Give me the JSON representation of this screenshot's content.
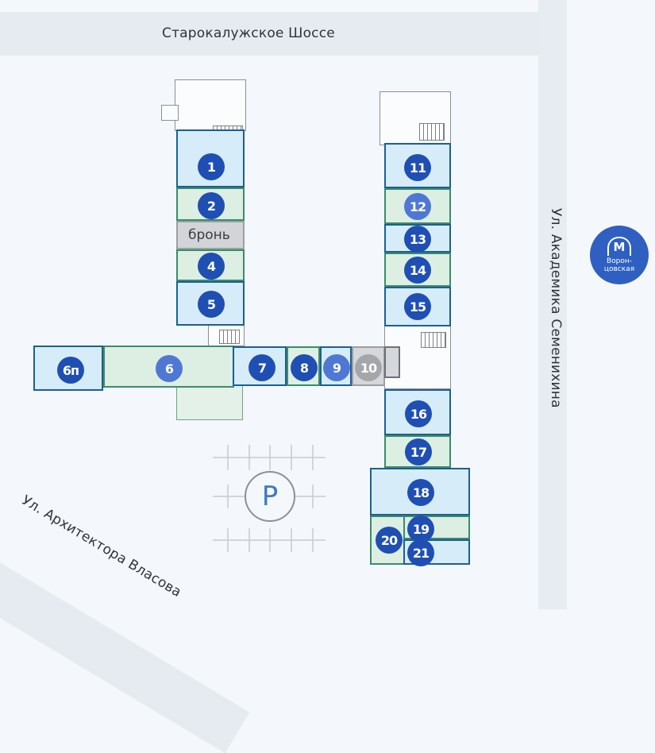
{
  "streets": {
    "top": "Старокалужское Шоссе",
    "right": "Ул. Академика Семенихина",
    "diagonal": "Ул. Архитектора Власова"
  },
  "metro": {
    "icon": "metro-m-icon",
    "letter": "М",
    "station_line1": "Ворон-",
    "station_line2": "цовская",
    "color": "#2f5fc0"
  },
  "parking": {
    "icon": "parking-icon",
    "letter": "P"
  },
  "reserved_label": "бронь",
  "colors": {
    "available_blue": "#d6ecf8",
    "available_green": "#dcefe2",
    "unavailable_grey": "#d5d7da",
    "badge": "#1f4fb3"
  },
  "units": [
    {
      "id": "1",
      "label": "1",
      "status": "available",
      "color": "blue"
    },
    {
      "id": "2",
      "label": "2",
      "status": "available",
      "color": "green"
    },
    {
      "id": "3",
      "label": "бронь",
      "status": "reserved",
      "color": "grey"
    },
    {
      "id": "4",
      "label": "4",
      "status": "available",
      "color": "green"
    },
    {
      "id": "5",
      "label": "5",
      "status": "available",
      "color": "blue"
    },
    {
      "id": "6p",
      "label": "6п",
      "status": "available",
      "color": "blue"
    },
    {
      "id": "6",
      "label": "6",
      "status": "available",
      "color": "green"
    },
    {
      "id": "7",
      "label": "7",
      "status": "available",
      "color": "blue"
    },
    {
      "id": "8",
      "label": "8",
      "status": "available",
      "color": "green"
    },
    {
      "id": "9",
      "label": "9",
      "status": "available",
      "color": "blue"
    },
    {
      "id": "10",
      "label": "10",
      "status": "unavailable",
      "color": "grey"
    },
    {
      "id": "11",
      "label": "11",
      "status": "available",
      "color": "blue"
    },
    {
      "id": "12",
      "label": "12",
      "status": "available",
      "color": "green"
    },
    {
      "id": "13",
      "label": "13",
      "status": "available",
      "color": "blue"
    },
    {
      "id": "14",
      "label": "14",
      "status": "available",
      "color": "green"
    },
    {
      "id": "15",
      "label": "15",
      "status": "available",
      "color": "blue"
    },
    {
      "id": "16",
      "label": "16",
      "status": "available",
      "color": "blue"
    },
    {
      "id": "17",
      "label": "17",
      "status": "available",
      "color": "green"
    },
    {
      "id": "18",
      "label": "18",
      "status": "available",
      "color": "blue"
    },
    {
      "id": "19",
      "label": "19",
      "status": "available",
      "color": "green"
    },
    {
      "id": "20",
      "label": "20",
      "status": "available",
      "color": "green"
    },
    {
      "id": "21",
      "label": "21",
      "status": "available",
      "color": "blue"
    }
  ]
}
